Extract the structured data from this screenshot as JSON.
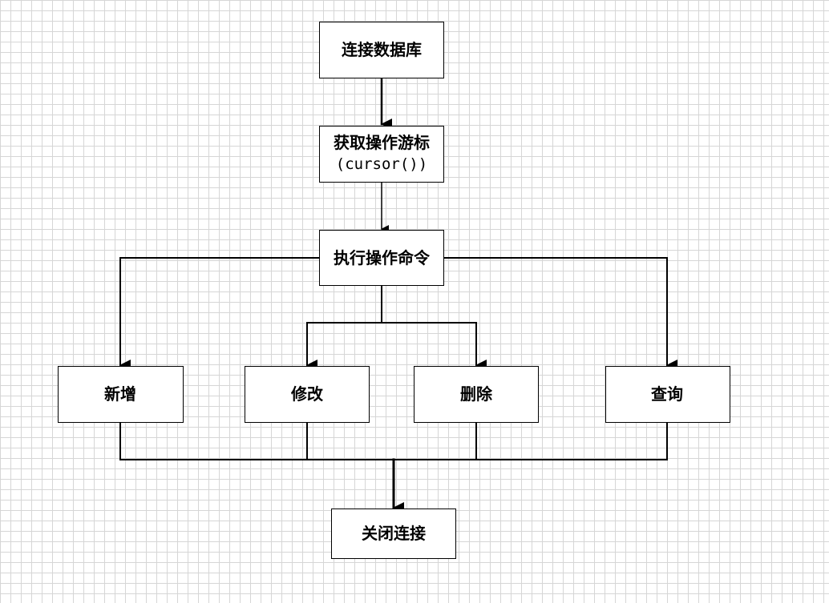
{
  "diagram": {
    "nodes": {
      "connect": {
        "label": "连接数据库"
      },
      "cursor": {
        "label_line1": "获取操作游标",
        "label_line2": "(cursor())"
      },
      "execute": {
        "label": "执行操作命令"
      },
      "insert": {
        "label": "新增"
      },
      "update": {
        "label": "修改"
      },
      "delete": {
        "label": "删除"
      },
      "query": {
        "label": "查询"
      },
      "close": {
        "label": "关闭连接"
      }
    },
    "colors": {
      "line": "#000000",
      "box_fill": "#ffffff",
      "grid": "#d6d6d6"
    }
  }
}
